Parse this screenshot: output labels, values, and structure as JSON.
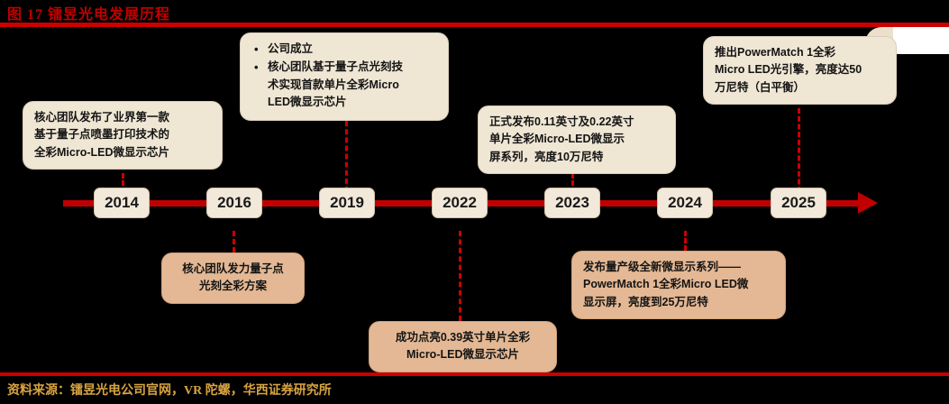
{
  "figure": {
    "title": "图 17 镭昱光电发展历程",
    "source": "资料来源：镭昱光电公司官网，VR 陀螺，华西证券研究所",
    "accent_color": "#cc0000",
    "title_color": "#c00000",
    "source_color": "#d9a441",
    "cream_box_color": "#efe6d4",
    "tan_box_color": "#e4b894",
    "axis_color": "#c00000"
  },
  "timeline": {
    "years": [
      {
        "label": "2014"
      },
      {
        "label": "2016"
      },
      {
        "label": "2019"
      },
      {
        "label": "2022"
      },
      {
        "label": "2023"
      },
      {
        "label": "2024"
      },
      {
        "label": "2025"
      }
    ]
  },
  "callouts": [
    {
      "id": "c2014",
      "year": "2014",
      "position": "above",
      "style": "cream",
      "lines": [
        "核心团队发布了业界第一款",
        "基于量子点喷墨打印技术的",
        "全彩Micro-LED微显示芯片"
      ]
    },
    {
      "id": "c2016",
      "year": "2016",
      "position": "below",
      "style": "tan",
      "lines": [
        "核心团队发力量子点",
        "光刻全彩方案"
      ]
    },
    {
      "id": "c2019",
      "year": "2019",
      "position": "above",
      "style": "cream",
      "bullets": [
        "公司成立",
        "核心团队基于量子点光刻技术实现首款单片全彩Micro LED微显示芯片"
      ],
      "bullet_lines": [
        [
          "公司成立"
        ],
        [
          "核心团队基于量子点光刻技",
          "术实现首款单片全彩Micro",
          "LED微显示芯片"
        ]
      ]
    },
    {
      "id": "c2022",
      "year": "2022",
      "position": "below",
      "style": "tan",
      "lines": [
        "成功点亮0.39英寸单片全彩",
        "Micro-LED微显示芯片"
      ]
    },
    {
      "id": "c2023",
      "year": "2023",
      "position": "above",
      "style": "cream",
      "lines": [
        "正式发布0.11英寸及0.22英寸",
        "单片全彩Micro-LED微显示",
        "屏系列，亮度10万尼特"
      ]
    },
    {
      "id": "c2024",
      "year": "2024",
      "position": "below",
      "style": "tan",
      "lines": [
        "发布量产级全新微显示系列——",
        "PowerMatch 1全彩Micro LED微",
        "显示屏，亮度到25万尼特"
      ]
    },
    {
      "id": "c2025",
      "year": "2025",
      "position": "above",
      "style": "cream",
      "lines": [
        "推出PowerMatch 1全彩",
        "Micro LED光引擎，亮度达50",
        "万尼特（白平衡）"
      ]
    }
  ]
}
